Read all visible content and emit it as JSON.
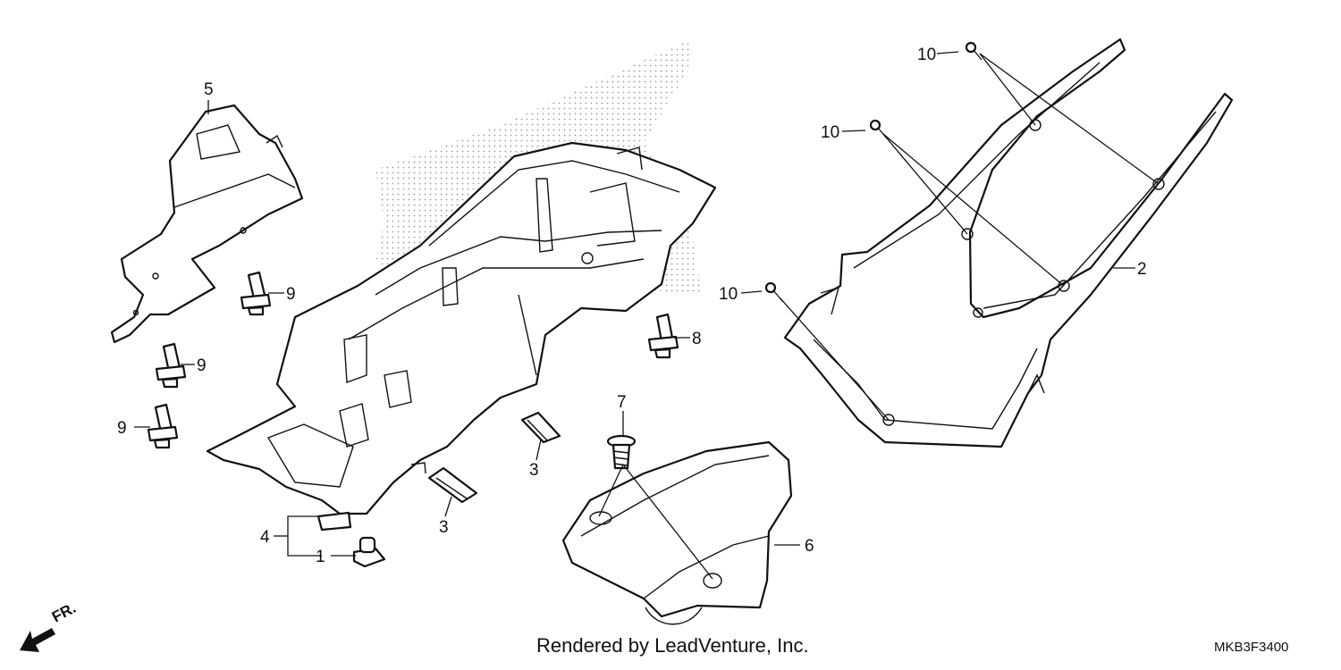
{
  "diagram": {
    "callouts": [
      "1",
      "2",
      "3",
      "3",
      "4",
      "5",
      "6",
      "7",
      "8",
      "9",
      "9",
      "9",
      "10",
      "10",
      "10"
    ],
    "direction_label": "FR.",
    "credit": "Rendered by LeadVenture, Inc.",
    "code": "MKB3F3400"
  },
  "colors": {
    "ink": "#111111",
    "background": "#ffffff",
    "stipple": "#9a9a9a"
  }
}
